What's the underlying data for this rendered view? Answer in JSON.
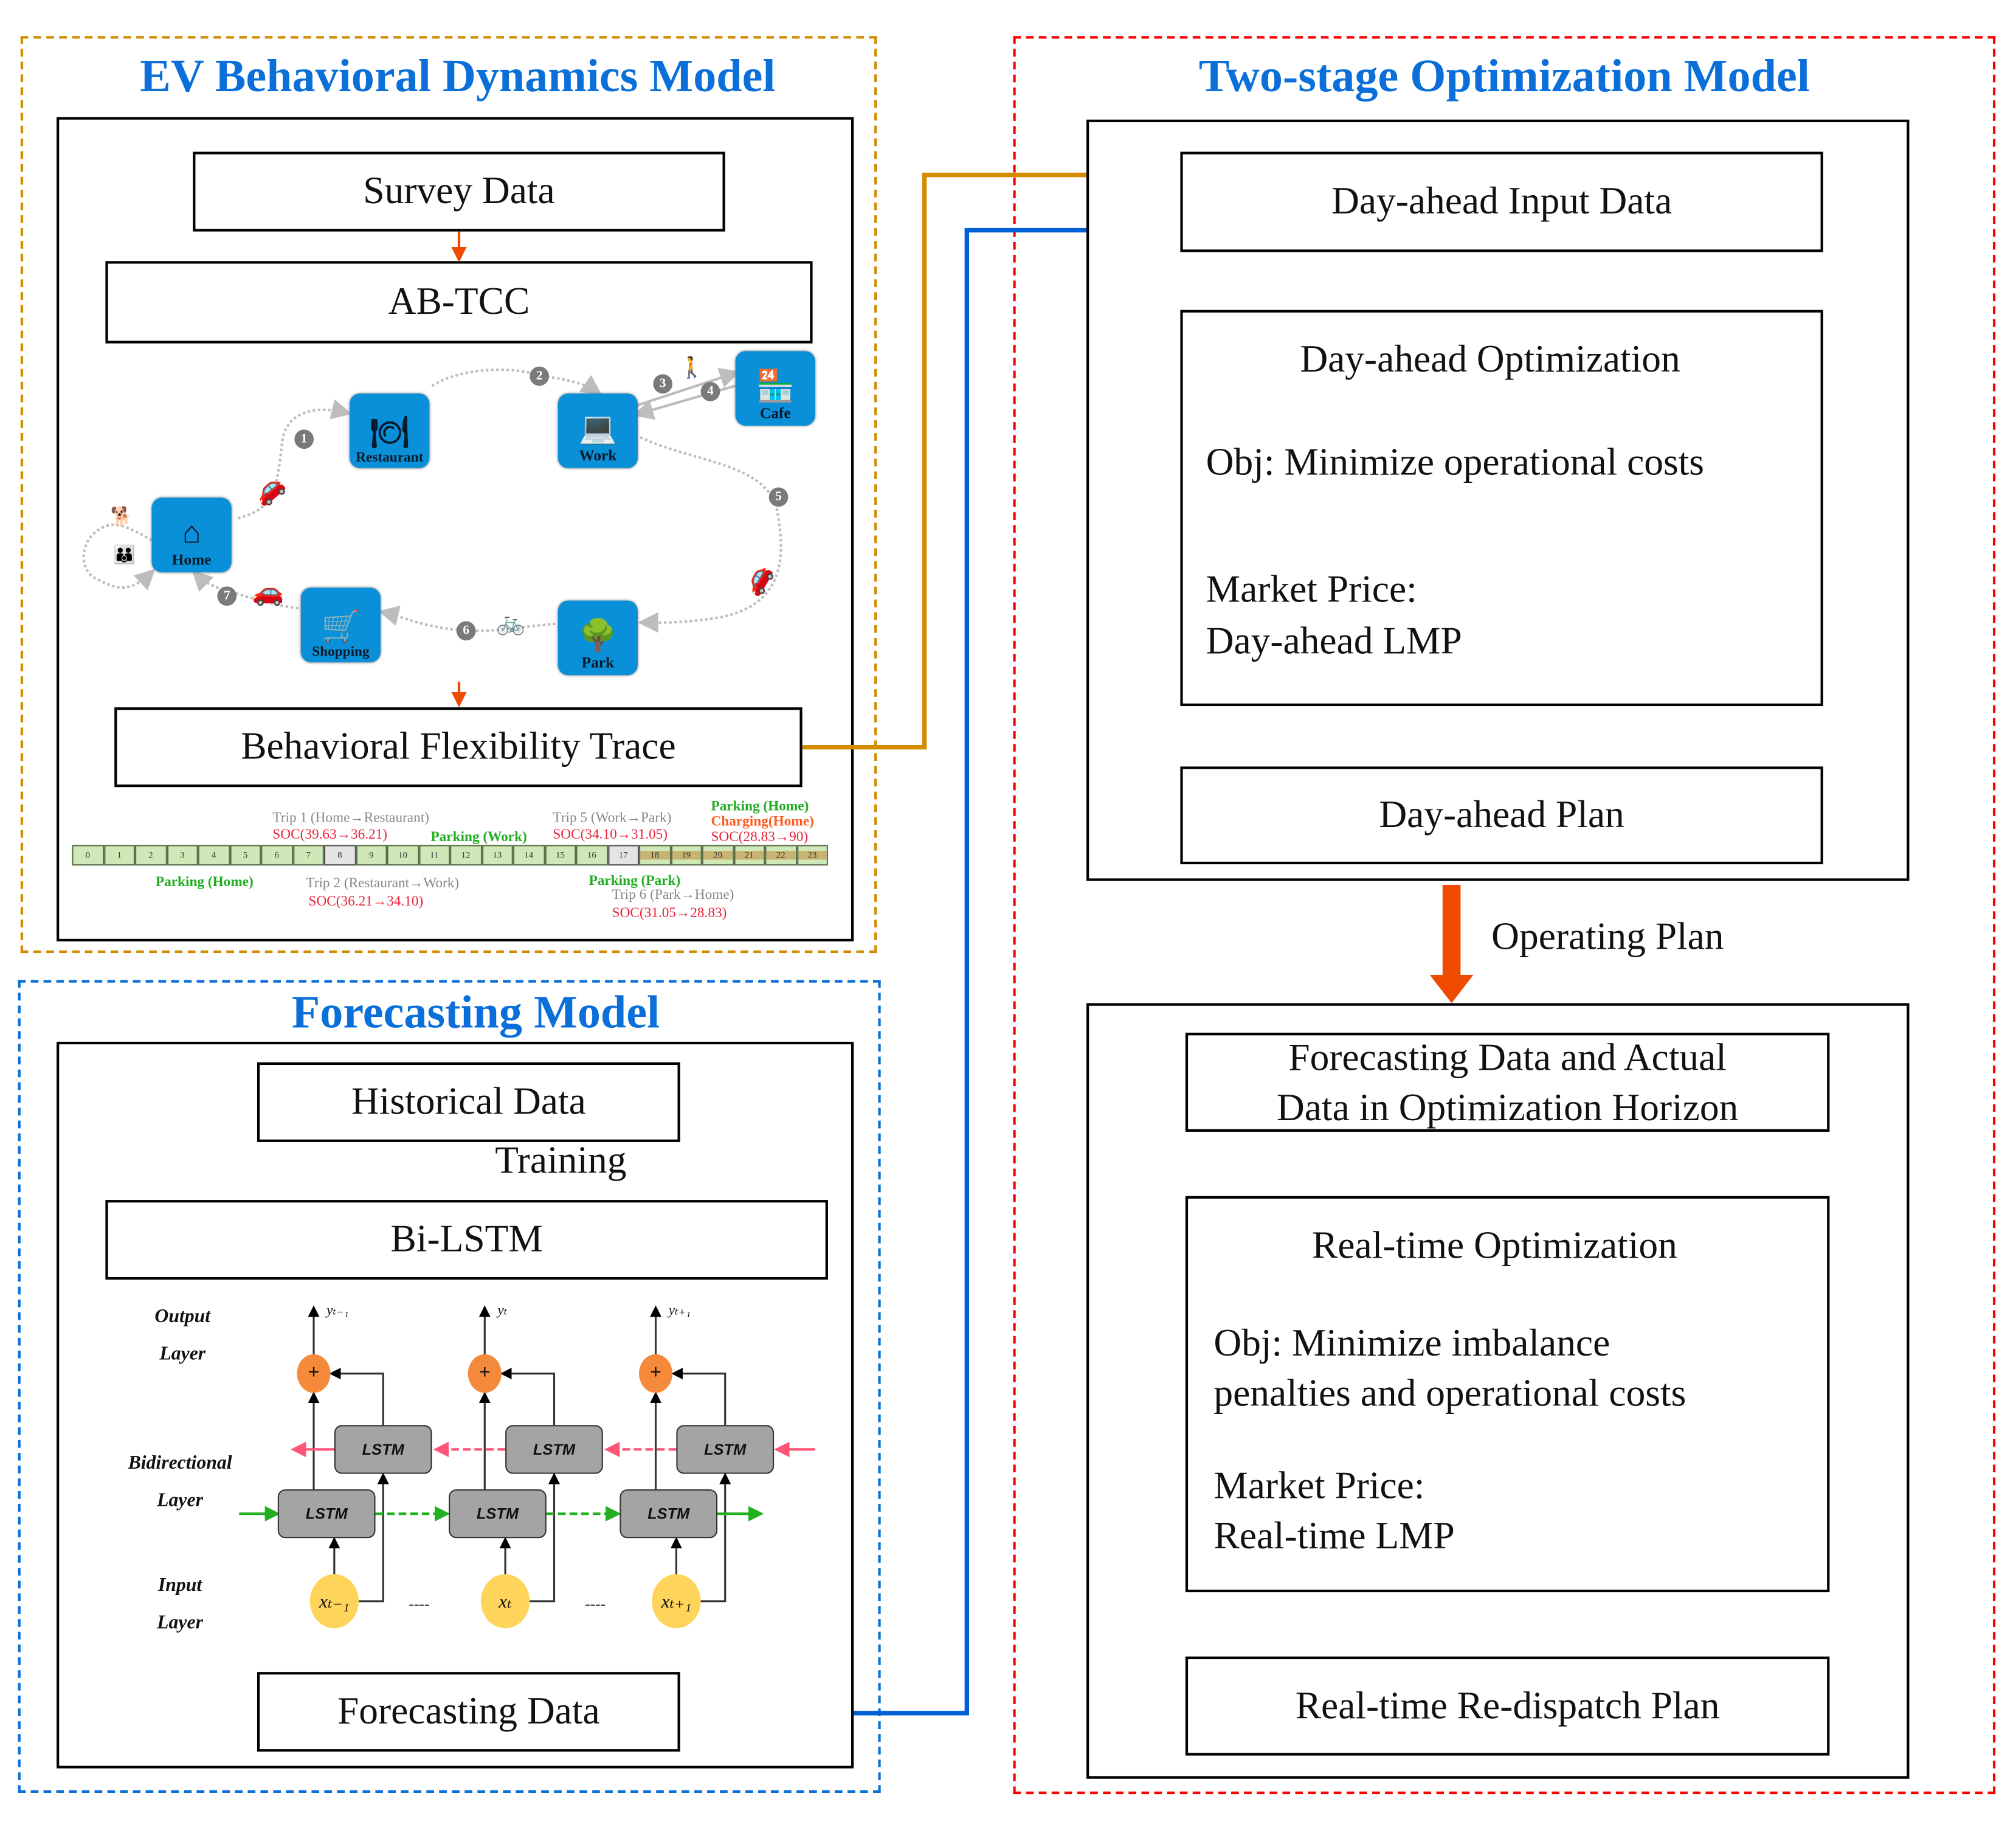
{
  "colors": {
    "ev_frame": "#D38B00",
    "forecast_frame": "#0A6FD9",
    "opt_frame": "#FF0000",
    "title_blue": "#0A6FD9",
    "flow_arrow": "#EE4B00",
    "orange_connector": "#D38B00",
    "blue_connector": "#0060D8",
    "location_tile": "#0A90D8"
  },
  "ev_model": {
    "title": "EV Behavioral Dynamics Model",
    "survey_data": "Survey Data",
    "ab_tcc": "AB-TCC",
    "behavioral_flexibility_trace": "Behavioral Flexibility Trace",
    "locations": {
      "home": "Home",
      "restaurant": "Restaurant",
      "work": "Work",
      "cafe": "Cafe",
      "park": "Park",
      "shopping": "Shopping"
    },
    "trip_badges": [
      "1",
      "2",
      "3",
      "4",
      "5",
      "6",
      "7"
    ],
    "timeline": {
      "hours": [
        "0",
        "1",
        "2",
        "3",
        "4",
        "5",
        "6",
        "7",
        "8",
        "9",
        "10",
        "11",
        "12",
        "13",
        "14",
        "15",
        "16",
        "17",
        "18",
        "19",
        "20",
        "21",
        "22",
        "23"
      ],
      "annotations": {
        "trip1": "Trip 1 (Home→Restaurant)",
        "trip1_soc": "SOC(39.63→36.21)",
        "parking_work": "Parking (Work)",
        "trip5": "Trip 5 (Work→Park)",
        "trip5_soc": "SOC(34.10→31.05)",
        "parking_home_top": "Parking (Home)",
        "charging_home": "Charging(Home)",
        "charging_soc": "SOC(28.83→90)",
        "parking_home_bottom": "Parking (Home)",
        "trip2": "Trip 2 (Restaurant→Work)",
        "trip2_soc": "SOC(36.21→34.10)",
        "parking_park": "Parking (Park)",
        "trip6": "Trip 6 (Park→Home)",
        "trip6_soc": "SOC(31.05→28.83)"
      }
    }
  },
  "forecast_model": {
    "title": "Forecasting Model",
    "historical_data": "Historical Data",
    "training": "Training",
    "bi_lstm": "Bi-LSTM",
    "forecasting_data": "Forecasting Data",
    "layers": {
      "output": [
        "Output",
        "Layer"
      ],
      "bidirectional": [
        "Bidirectional",
        "Layer"
      ],
      "input": [
        "Input",
        "Layer"
      ]
    },
    "lstm_label": "LSTM",
    "outputs": [
      "yₜ₋₁",
      "yₜ",
      "yₜ₊₁"
    ],
    "inputs": [
      "xₜ₋₁",
      "xₜ",
      "xₜ₊₁"
    ],
    "plus": "+",
    "ellipsis": "----"
  },
  "optimization_model": {
    "title": "Two-stage Optimization Model",
    "day_ahead_input": "Day-ahead Input Data",
    "day_ahead_opt": {
      "title": "Day-ahead Optimization",
      "objective": "Obj: Minimize operational costs",
      "market_price_label": "Market Price:",
      "market_price_value": "Day-ahead LMP"
    },
    "day_ahead_plan": "Day-ahead Plan",
    "operating_plan": "Operating Plan",
    "forecast_actual": [
      "Forecasting Data and Actual",
      "Data in Optimization Horizon"
    ],
    "real_time_opt": {
      "title": "Real-time Optimization",
      "objective": [
        "Obj: Minimize imbalance",
        "penalties and operational costs"
      ],
      "market_price_label": "Market Price:",
      "market_price_value": "Real-time LMP"
    },
    "real_time_plan": "Real-time Re-dispatch Plan"
  }
}
